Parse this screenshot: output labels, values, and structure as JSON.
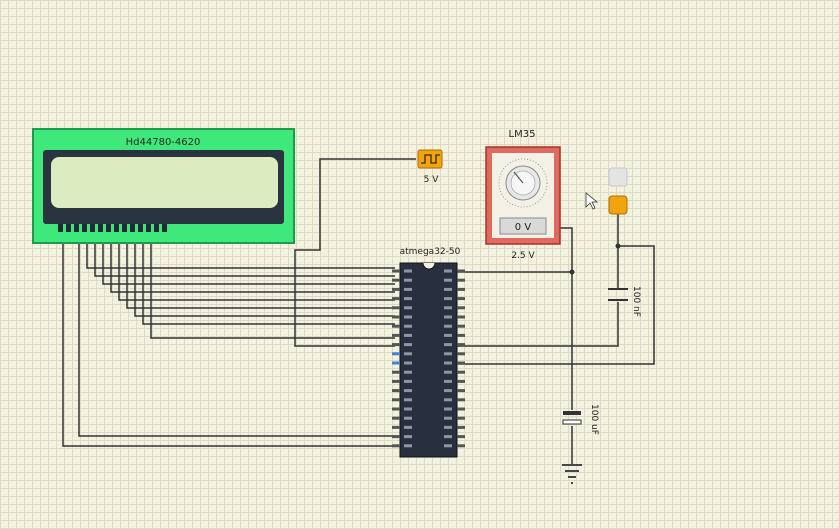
{
  "components": {
    "lcd": {
      "label": "Hd44780-4620",
      "body_color": "#3ee87a",
      "screen_color": "#dcebc0"
    },
    "lm35": {
      "label": "LM35",
      "display": "0 V",
      "below_label": "2.5 V",
      "frame_color": "#e06a60"
    },
    "clock": {
      "label": "5 V",
      "color": "#f2a40e"
    },
    "mcu": {
      "label": "atmega32-50"
    },
    "cap_small": {
      "label": "100 nF"
    },
    "cap_large": {
      "label": "100 uF"
    },
    "probe": {
      "color": "#f2a40e"
    }
  },
  "icons": [
    "potentiometer-knob-icon",
    "square-wave-icon",
    "ground-icon",
    "mouse-cursor-icon"
  ]
}
